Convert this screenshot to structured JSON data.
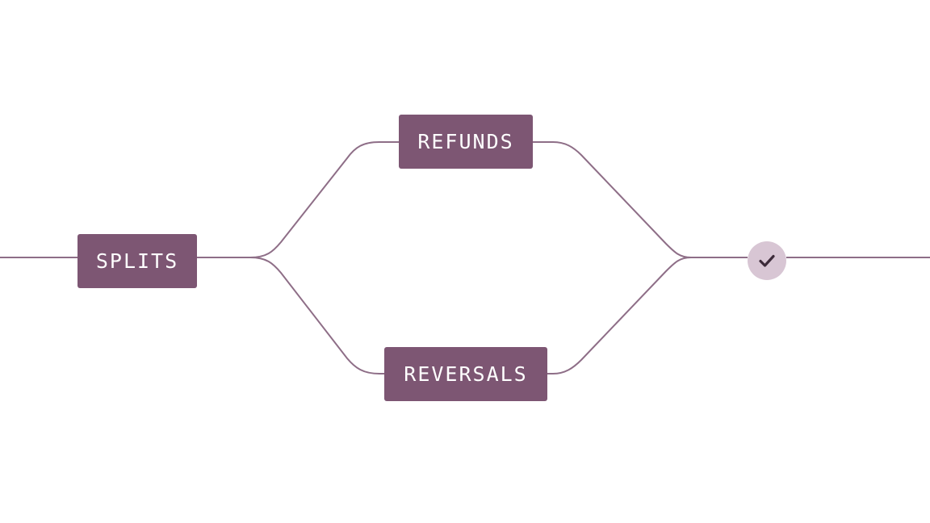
{
  "diagram": {
    "nodes": {
      "splits": {
        "label": "SPLITS"
      },
      "refunds": {
        "label": "REFUNDS"
      },
      "reversals": {
        "label": "REVERSALS"
      }
    },
    "end_marker": {
      "icon": "check-icon"
    },
    "colors": {
      "node_fill": "#7d5673",
      "node_text": "#ffffff",
      "connector": "#8e6e87",
      "check_circle": "#d8c6d4",
      "check_mark": "#3d2b3a"
    }
  }
}
